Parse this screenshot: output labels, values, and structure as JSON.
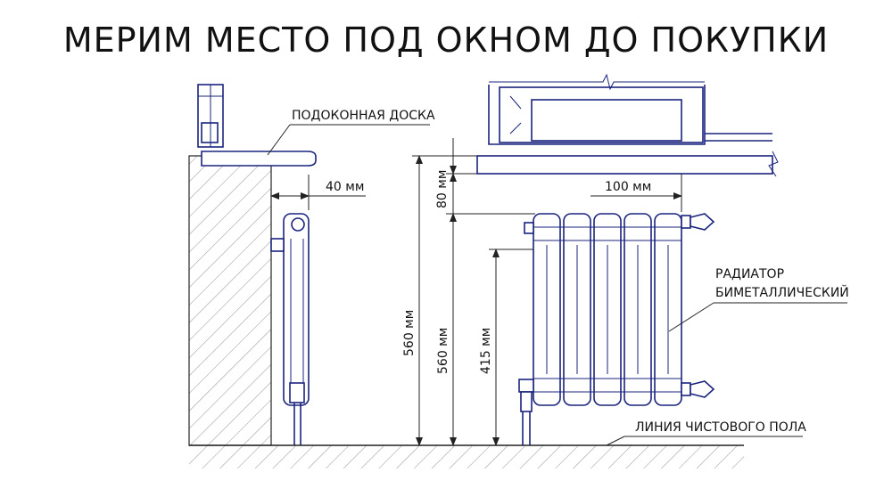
{
  "title": "МЕРИМ МЕСТО ПОД ОКНОМ ДО ПОКУПКИ",
  "labels": {
    "sill": "ПОДОКОННАЯ ДОСКА",
    "radiator_line1": "РАДИАТОР",
    "radiator_line2": "БИМЕТАЛЛИЧЕСКИЙ",
    "floor": "ЛИНИЯ ЧИСТОВОГО ПОЛА"
  },
  "dimensions": {
    "wall_gap": "40 мм",
    "sill_gap": "80 мм",
    "side_depth": "100 мм",
    "total_height_left": "560 мм",
    "total_height": "560 мм",
    "center_distance": "415 мм"
  },
  "colors": {
    "line": "#1a237e",
    "text": "#111111"
  }
}
